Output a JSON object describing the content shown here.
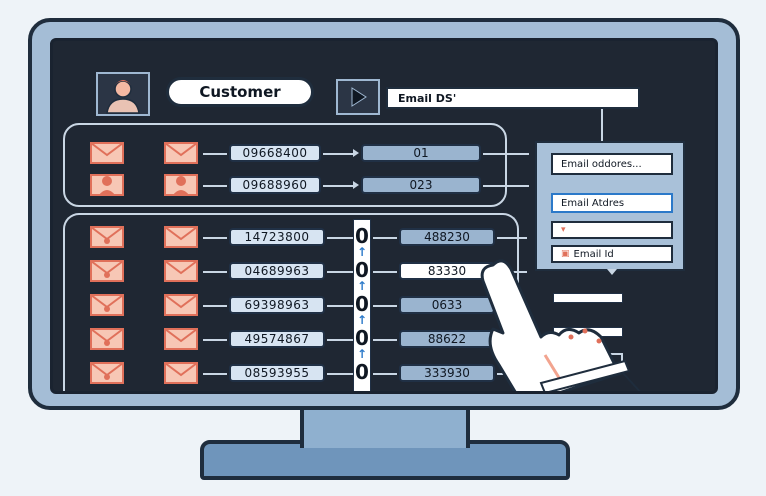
{
  "header": {
    "customer_label": "Customer",
    "email_ds_value": "Email DS'"
  },
  "top_rows": [
    {
      "number": "09668400",
      "code": "01"
    },
    {
      "number": "09688960",
      "code": "023"
    }
  ],
  "bottom_rows": [
    {
      "number": "14723800",
      "code": "488230"
    },
    {
      "number": "04689963",
      "code": "83330"
    },
    {
      "number": "69398963",
      "code": "0633"
    },
    {
      "number": "49574867",
      "code": "88622"
    },
    {
      "number": "08593955",
      "code": "333930"
    }
  ],
  "zero_column": [
    "0",
    "0",
    "0",
    "0",
    "0"
  ],
  "email_dialog": {
    "field1": "Email oddores...",
    "field2": "Email Atdres",
    "field3": "",
    "field4": "Email Id"
  },
  "colors": {
    "screen_bg": "#1f2733",
    "bezel": "#a4bdd6",
    "envelope_fill": "#f7c7b5",
    "envelope_stroke": "#e0705a",
    "pill_light": "#d7e4f2",
    "pill_blue": "#9ab4cf"
  },
  "icons": [
    "user-avatar-icon",
    "envelope-icon",
    "envelope-user-icon",
    "play-icon",
    "pointing-hand-icon",
    "up-arrow-icon"
  ]
}
